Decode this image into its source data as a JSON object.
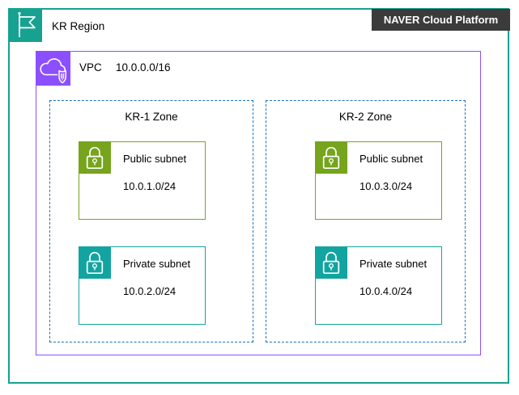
{
  "region": {
    "label": "KR Region",
    "color": "#17A191"
  },
  "platform_badge": {
    "label": "NAVER Cloud Platform",
    "bg": "#3B3B3B",
    "text_color": "#FFFFFF"
  },
  "vpc": {
    "label": "VPC",
    "cidr": "10.0.0.0/16",
    "color": "#8C4FFF"
  },
  "zones": [
    {
      "label": "KR-1 Zone",
      "border_color": "#2173B5",
      "subnets": [
        {
          "type": "Public subnet",
          "cidr": "10.0.1.0/24",
          "color": "#76A41C"
        },
        {
          "type": "Private subnet",
          "cidr": "10.0.2.0/24",
          "color": "#12A4A0"
        }
      ]
    },
    {
      "label": "KR-2 Zone",
      "border_color": "#2173B5",
      "subnets": [
        {
          "type": "Public subnet",
          "cidr": "10.0.3.0/24",
          "color": "#76A41C"
        },
        {
          "type": "Private subnet",
          "cidr": "10.0.4.0/24",
          "color": "#12A4A0"
        }
      ]
    }
  ],
  "icons": {
    "region": "flag-icon",
    "vpc": "cloud-shield-icon",
    "subnet": "lock-icon"
  }
}
